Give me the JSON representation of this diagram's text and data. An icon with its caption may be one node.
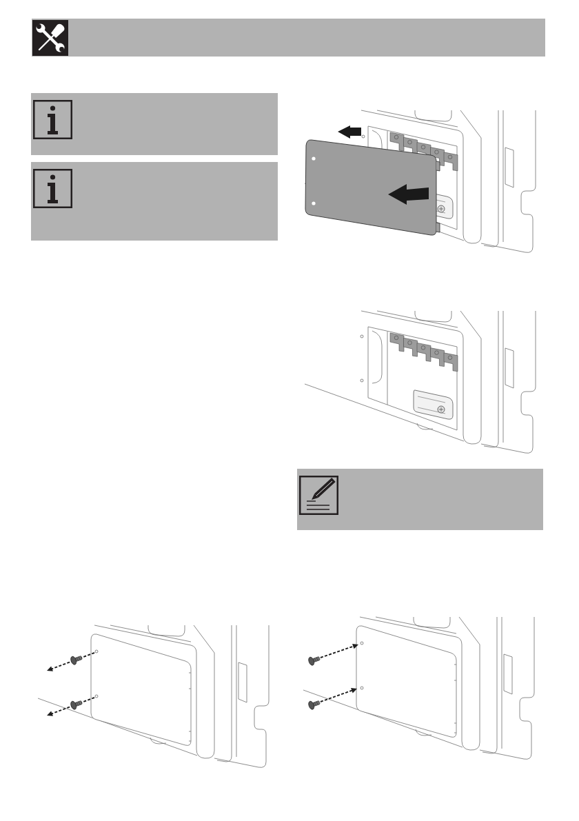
{
  "diagram": {
    "nodes": [
      {
        "text": [],
        "shape": "box"
      },
      {
        "text": [],
        "shape": "box"
      },
      {
        "text": [],
        "shape": "box"
      },
      {
        "text": [],
        "shape": "picture"
      },
      {
        "text": [],
        "shape": "picture"
      },
      {
        "text": [],
        "shape": "box"
      },
      {
        "text": [],
        "shape": "picture"
      },
      {
        "text": [],
        "shape": "picture"
      }
    ]
  }
}
